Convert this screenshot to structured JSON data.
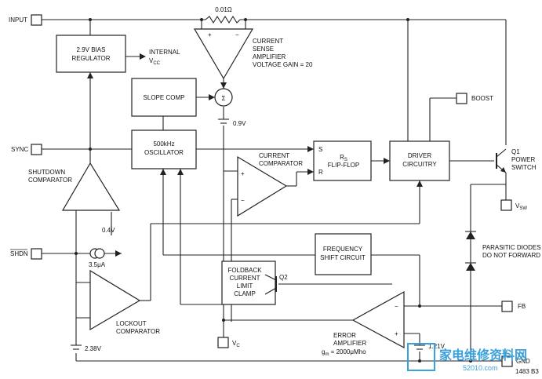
{
  "pins": {
    "input": "INPUT",
    "sync": "SYNC",
    "shdn": "SHDN",
    "boost": "BOOST",
    "vsw": "V",
    "vsw_sub": "SW",
    "fb": "FB",
    "gnd": "GND",
    "vc": "V",
    "vc_sub": "C"
  },
  "blocks": {
    "bias_line1": "2.9V BIAS",
    "bias_line2": "REGULATOR",
    "internal_line1": "INTERNAL",
    "internal_v": "V",
    "internal_sub": "CC",
    "slope_comp": "SLOPE COMP",
    "osc_line1": "500kHz",
    "osc_line2": "OSCILLATOR",
    "ff_r": "R",
    "ff_sub": "S",
    "ff_line2": "FLIP-FLOP",
    "ff_s_pin": "S",
    "ff_r_pin": "R",
    "driver_line1": "DRIVER",
    "driver_line2": "CIRCUITRY",
    "fshift_line1": "FREQUENCY",
    "fshift_line2": "SHIFT CIRCUIT",
    "foldback_line1": "FOLDBACK",
    "foldback_line2": "CURRENT",
    "foldback_line3": "LIMIT",
    "foldback_line4": "CLAMP"
  },
  "labels": {
    "resistor": "0.01Ω",
    "csa_line1": "CURRENT",
    "csa_line2": "SENSE",
    "csa_line3": "AMPLIFIER",
    "csa_line4": "VOLTAGE GAIN = 20",
    "sum_symbol": "Σ",
    "v09": "0.9V",
    "cc_line1": "CURRENT",
    "cc_line2": "COMPARATOR",
    "sd_line1": "SHUTDOWN",
    "sd_line2": "COMPARATOR",
    "v04": "0.4V",
    "i35": "3.5μA",
    "lockout_line1": "LOCKOUT",
    "lockout_line2": "COMPARATOR",
    "v238": "2.38V",
    "q1_line1": "Q1",
    "q1_line2": "POWER",
    "q1_line3": "SWITCH",
    "q2": "Q2",
    "parasitic_line1": "PARASITIC DIODES",
    "parasitic_line2": "DO NOT FORWARD BIAS",
    "ea_line1": "ERROR",
    "ea_line2": "AMPLIFIER",
    "ea_line3": "g",
    "ea_line3_sub": "m",
    "ea_line3_rest": " = 2000μMho",
    "v121": "1.21V",
    "plus": "+",
    "minus": "−",
    "figure_id": "1483 B3",
    "watermark": "家电维修资料网",
    "watermark_url": "52010.com"
  }
}
